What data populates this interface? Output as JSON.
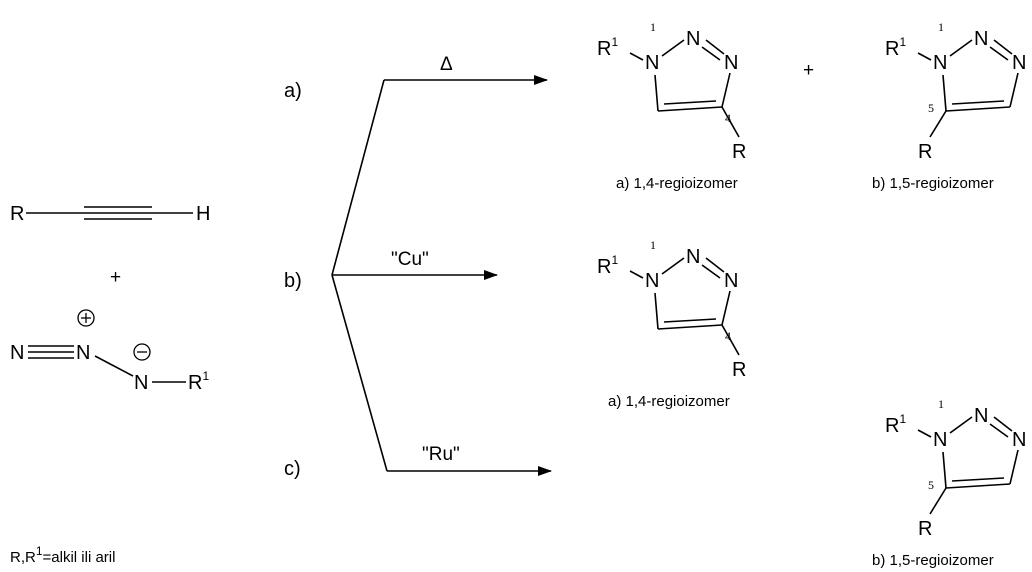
{
  "reactants": {
    "alkyne_R": "R",
    "alkyne_H": "H",
    "plus": "+",
    "azide_N1": "N",
    "azide_N2": "N",
    "azide_N3": "N",
    "azide_R": "R",
    "azide_R_sup": "1",
    "charge_plus": "+",
    "charge_minus": "−"
  },
  "legend": {
    "prefix": "R,R",
    "sup": "1",
    "suffix": "=alkil ili aril"
  },
  "conditions": {
    "a_label": "a)",
    "a_reagent": "Δ",
    "b_label": "b)",
    "b_reagent": "\"Cu\"",
    "c_label": "c)",
    "c_reagent": "\"Ru\""
  },
  "product_plus": "+",
  "triazole": {
    "R1": "R",
    "R1_sup": "1",
    "N": "N",
    "R": "R",
    "pos1": "1",
    "pos4": "4",
    "pos5": "5"
  },
  "captions": {
    "a_14": "a) 1,4-regioizomer",
    "b_15": "b) 1,5-regioizomer",
    "b_14": "a) 1,4-regioizomer",
    "c_15": "b) 1,5-regioizomer"
  }
}
